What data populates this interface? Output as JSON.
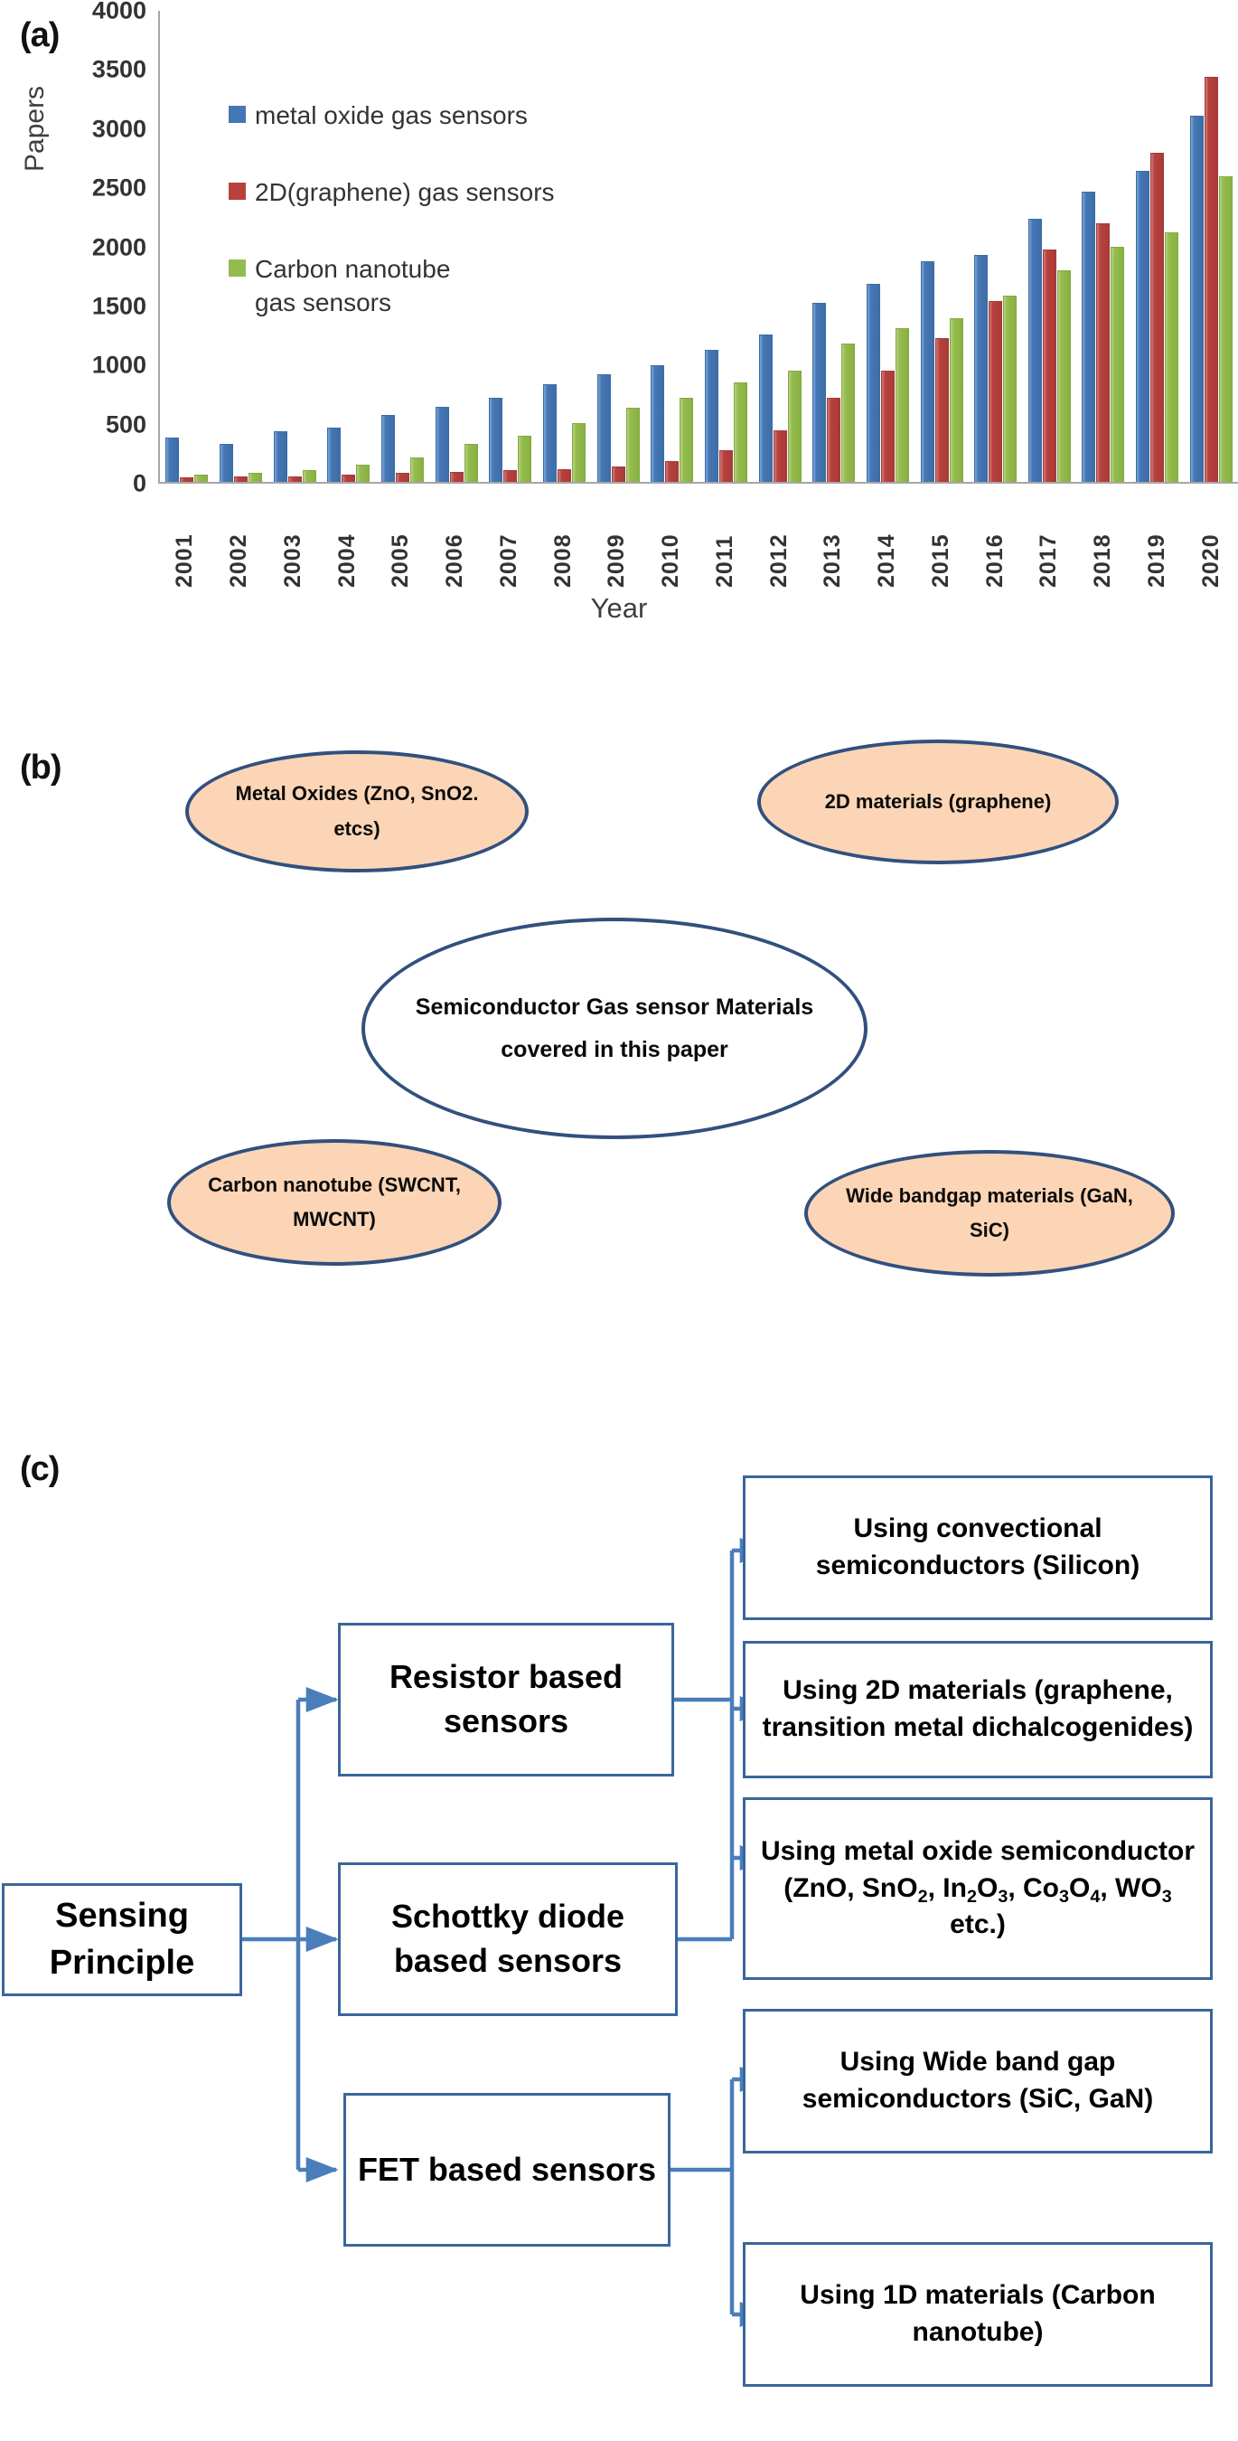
{
  "panels": {
    "a_label": "(a)",
    "b_label": "(b)",
    "c_label": "(c)"
  },
  "chart_data": {
    "type": "bar",
    "title": "",
    "xlabel": "Year",
    "ylabel": "Papers",
    "ylim": [
      0,
      4000
    ],
    "yticks": [
      0,
      500,
      1000,
      1500,
      2000,
      2500,
      3000,
      3500,
      4000
    ],
    "grid": false,
    "legend_position": "inside-top-left",
    "categories": [
      "2001",
      "2002",
      "2003",
      "2004",
      "2005",
      "2006",
      "2007",
      "2008",
      "2009",
      "2010",
      "2011",
      "2012",
      "2013",
      "2014",
      "2015",
      "2016",
      "2017",
      "2018",
      "2019",
      "2020"
    ],
    "series": [
      {
        "name": "metal oxide gas sensors",
        "color": "#4577b5",
        "values": [
          370,
          310,
          420,
          450,
          560,
          630,
          700,
          820,
          900,
          980,
          1110,
          1240,
          1510,
          1670,
          1860,
          1910,
          2220,
          2450,
          2620,
          3090
        ]
      },
      {
        "name": "2D(graphene) gas sensors",
        "color": "#b8413e",
        "values": [
          30,
          35,
          40,
          55,
          70,
          75,
          90,
          100,
          120,
          170,
          260,
          430,
          700,
          930,
          1210,
          1520,
          1960,
          2180,
          2780,
          3420
        ]
      },
      {
        "name": "Carbon nanotube gas sensors",
        "color": "#94bb4d",
        "values": [
          55,
          70,
          95,
          140,
          200,
          310,
          380,
          490,
          620,
          700,
          830,
          930,
          1160,
          1290,
          1380,
          1570,
          1780,
          1980,
          2100,
          2580
        ]
      }
    ]
  },
  "panel_b": {
    "nodes": [
      {
        "id": "metal-oxides",
        "text": "Metal Oxides (ZnO, SnO2. etcs)",
        "style": "fill"
      },
      {
        "id": "two-d-materials",
        "text": "2D materials (graphene)",
        "style": "fill"
      },
      {
        "id": "center",
        "text": "Semiconductor Gas sensor Materials covered in this paper",
        "style": "plain"
      },
      {
        "id": "carbon-nanotube",
        "text": "Carbon nanotube (SWCNT, MWCNT)",
        "style": "fill"
      },
      {
        "id": "wide-bandgap",
        "text": "Wide bandgap materials (GaN, SiC)",
        "style": "fill"
      }
    ],
    "fill_color": "#fbd5b5",
    "border_color": "#31507e"
  },
  "panel_c": {
    "root": "Sensing Principle",
    "level2": [
      "Resistor based sensors",
      "Schottky diode based sensors",
      "FET based sensors"
    ],
    "level3": [
      "Using convectional semiconductors (Silicon)",
      "Using 2D materials (graphene, transition metal dichalcogenides)",
      "Using metal oxide semiconductor (ZnO, SnO|2|, In|2|O|3|, Co|3|O|4|, WO|3| etc.)",
      "Using Wide band gap semiconductors (SiC, GaN)",
      "Using 1D materials (Carbon nanotube)"
    ],
    "arrow_color": "#4a7ebb",
    "border_color": "#3a659c"
  }
}
